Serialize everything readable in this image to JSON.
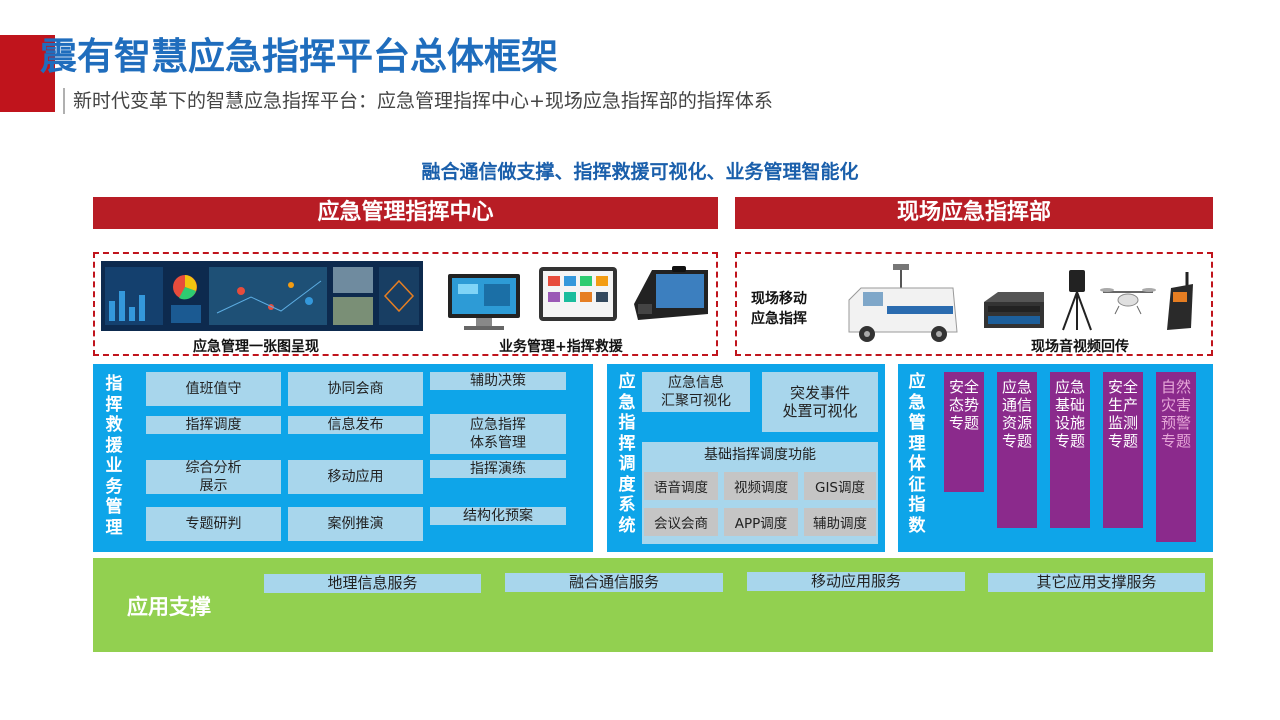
{
  "header": {
    "title": "震有智慧应急指挥平台总体框架",
    "subtitle": "新时代变革下的智慧应急指挥平台：应急管理指挥中心+现场应急指挥部的指挥体系"
  },
  "tagline": "融合通信做支撑、指挥救援可视化、业务管理智能化",
  "bands": {
    "left": "应急管理指挥中心",
    "right": "现场应急指挥部"
  },
  "center_box": {
    "caption_left": "应急管理一张图呈现",
    "caption_right": "业务管理+指挥救援"
  },
  "field_box": {
    "label": "现场移动\n应急指挥",
    "caption": "现场音视频回传"
  },
  "rescue_panel": {
    "title": "指挥救援业务管理",
    "items": [
      "值班值守",
      "协同会商",
      "辅助决策",
      "指挥调度",
      "信息发布",
      "应急指挥\n体系管理",
      "综合分析\n展示",
      "移动应用",
      "指挥演练",
      "专题研判",
      "案例推演",
      "结构化预案"
    ]
  },
  "dispatch_panel": {
    "title": "应急指挥调度系统",
    "top_left": "应急信息\n汇聚可视化",
    "top_right": "突发事件\n处置可视化",
    "basic_title": "基础指挥调度功能",
    "functions": [
      "语音调度",
      "视频调度",
      "GIS调度",
      "会议会商",
      "APP调度",
      "辅助调度"
    ]
  },
  "index_panel": {
    "title": "应急管理体征指数",
    "topics": [
      "安全态势专题",
      "应急通信资源专题",
      "应急基础设施专题",
      "安全生产监测专题",
      "自然灾害预警专题"
    ]
  },
  "support_panel": {
    "title": "应用支撑",
    "services": [
      "地理信息服务",
      "融合通信服务",
      "移动应用服务",
      "其它应用支撑服务"
    ]
  },
  "colors": {
    "brand_red": "#c0141c",
    "title_blue": "#1f6dbd",
    "panel_blue": "#0ea5e9",
    "box_light_blue": "#a8d6ec",
    "topic_purple": "#8b2a8c",
    "support_green": "#92d050"
  },
  "icons": [
    "dashboard-wall-image",
    "monitor-image",
    "tablet-image",
    "video-phone-image",
    "command-vehicle-image",
    "rack-server-image",
    "tripod-camera-image",
    "drone-image",
    "walkie-talkie-image"
  ]
}
